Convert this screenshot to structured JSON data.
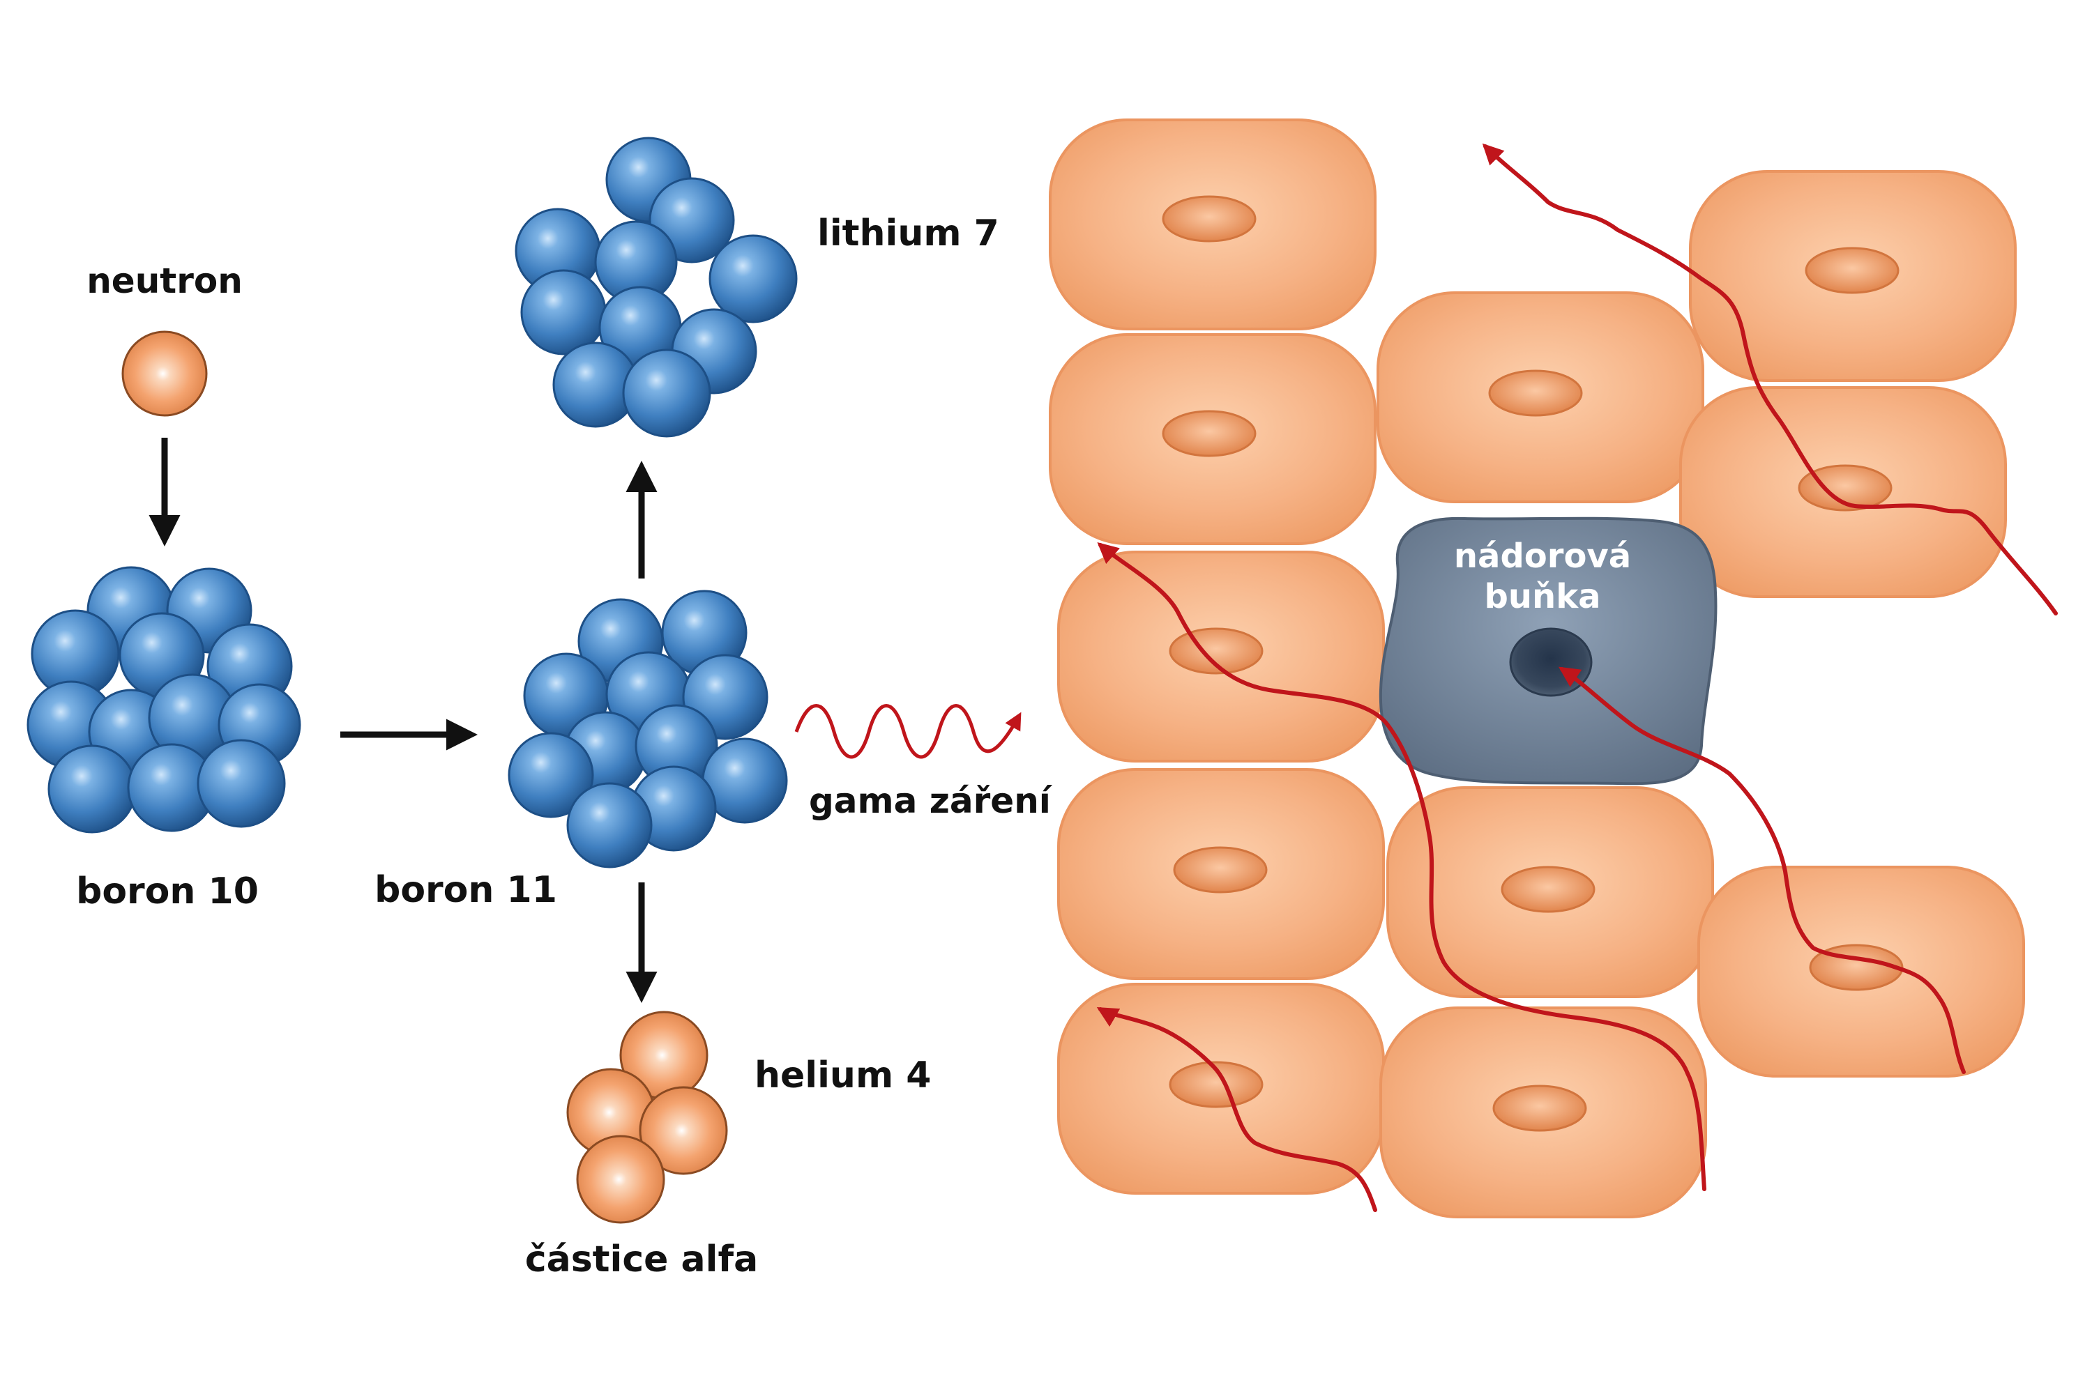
{
  "labels": {
    "neutron": "neutron",
    "boron10": "boron 10",
    "boron11": "boron 11",
    "lithium7": "lithium 7",
    "gamma": "gama záření",
    "helium4": "helium 4",
    "alpha": "částice alfa",
    "tumor_line1": "nádorová",
    "tumor_line2": "buňka"
  },
  "colors": {
    "blue": "#3f7fc0",
    "orange": "#f0a070",
    "cell": "#f5b083",
    "nucleus": "#e68a55",
    "tumor": "#6e8096",
    "track": "#c0151b",
    "arrow": "#111111"
  }
}
